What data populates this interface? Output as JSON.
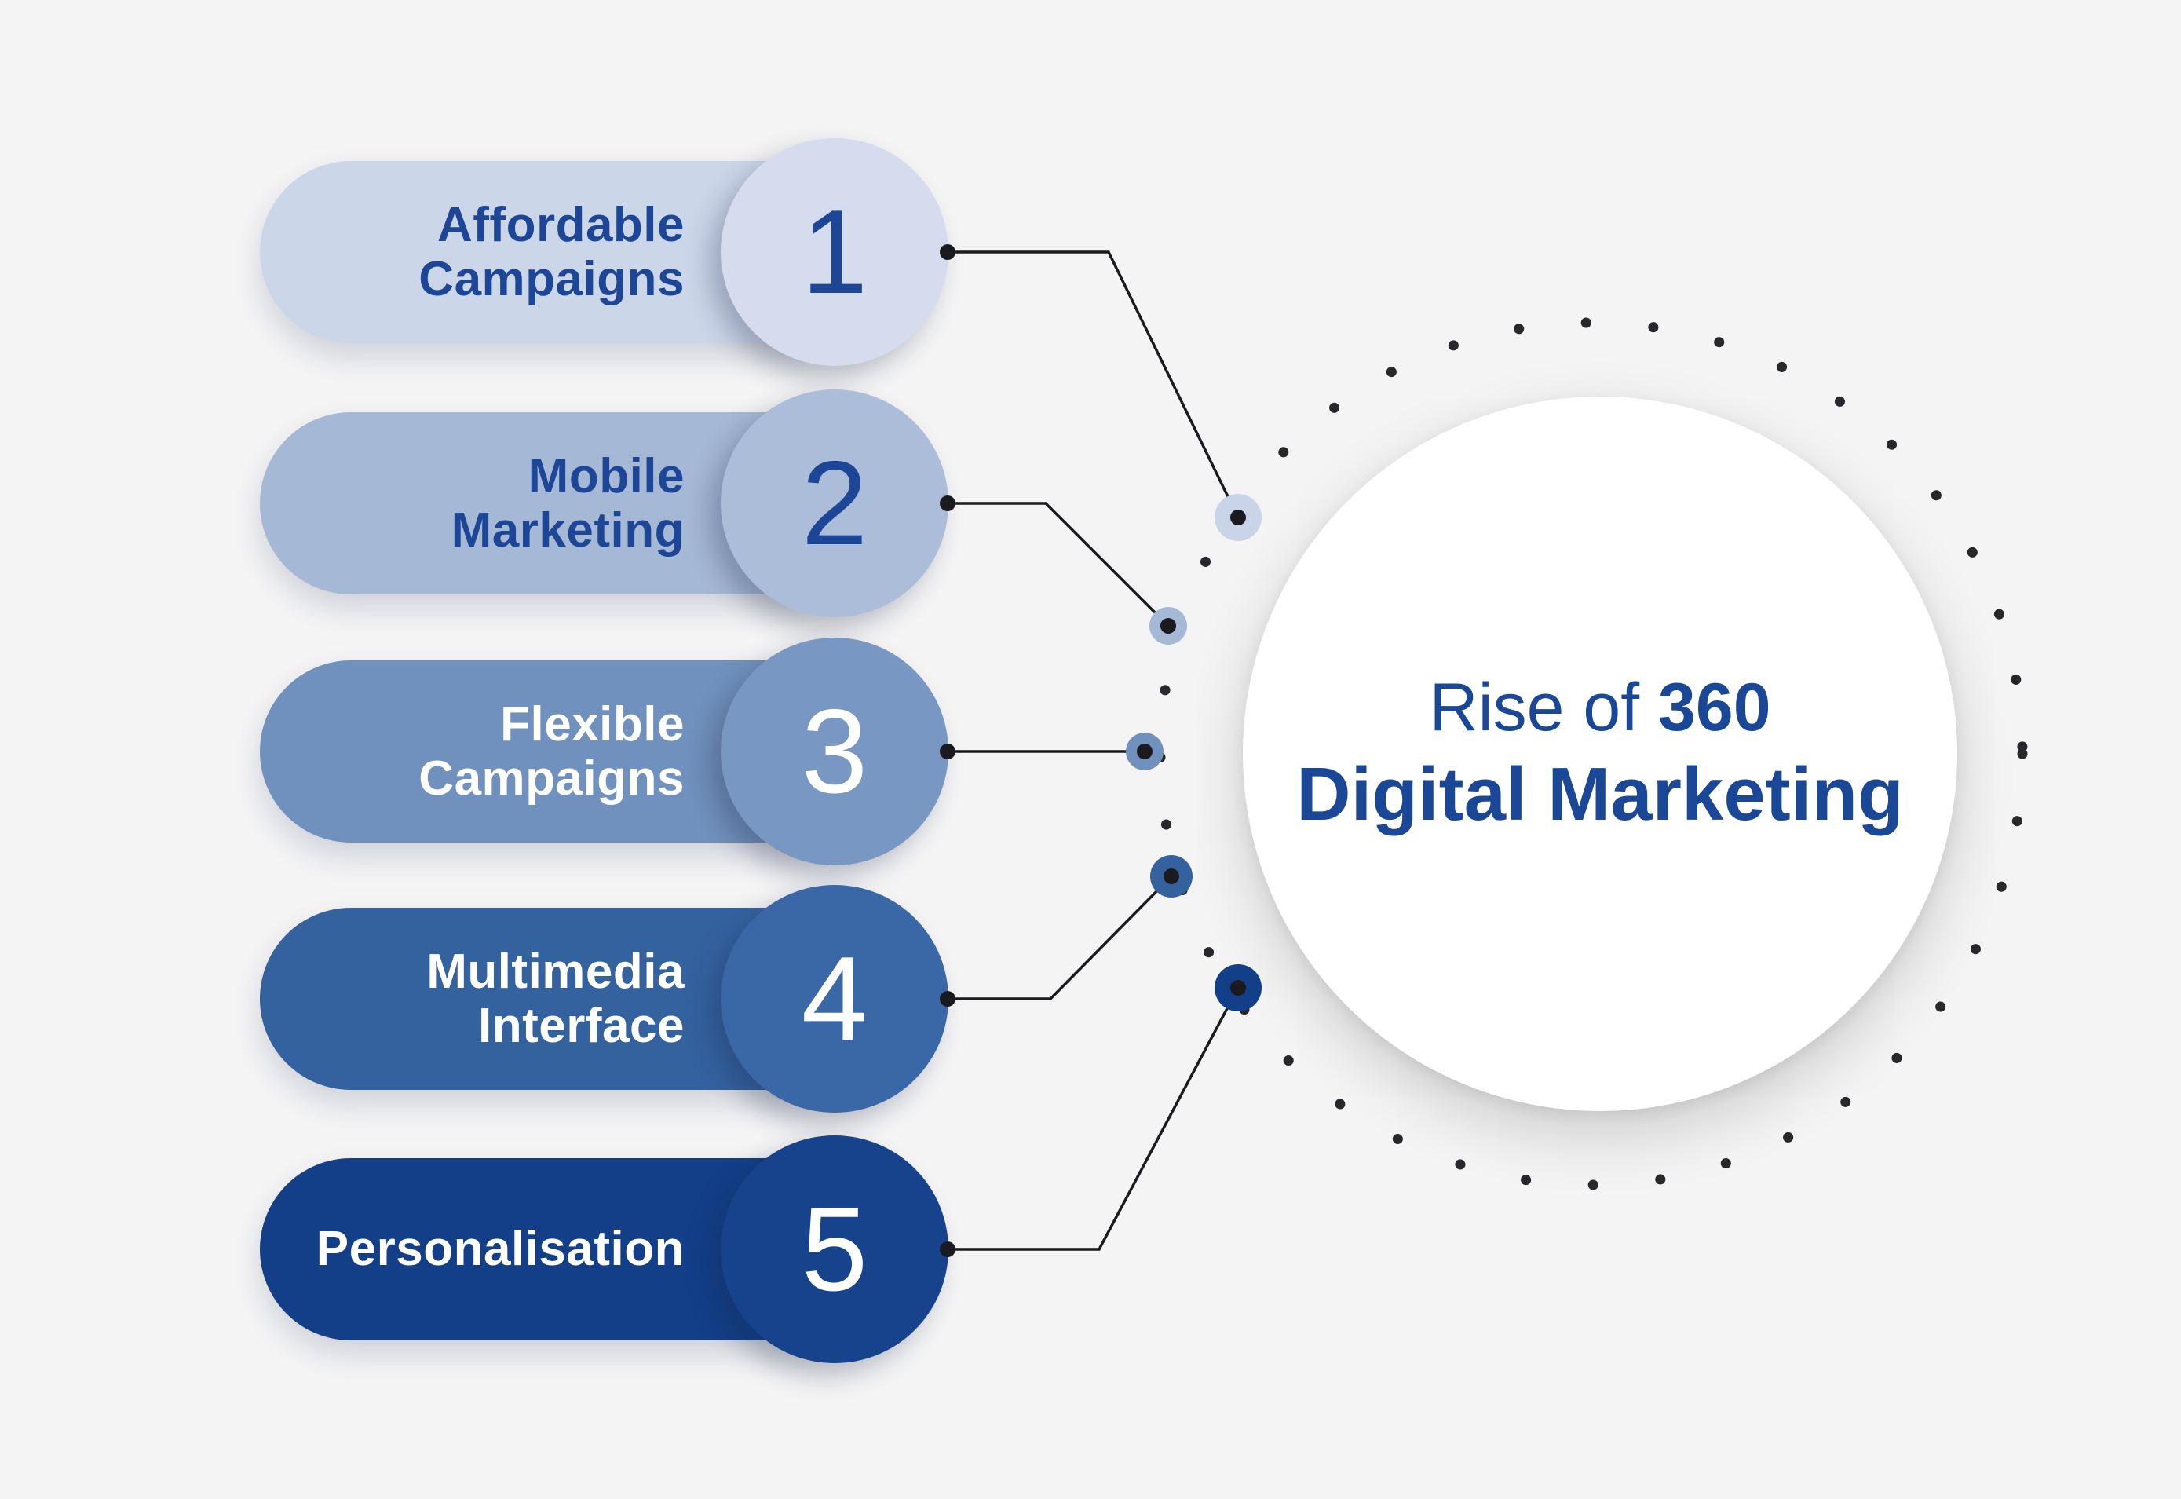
{
  "background_color": "#f4f4f5",
  "connector_color": "#1b1b1f",
  "ring_dot_color": "#27272c",
  "title": {
    "line1_regular": "Rise of ",
    "line1_bold": "360",
    "line2": "Digital Marketing",
    "color": "#1a4796"
  },
  "items": [
    {
      "number": "1",
      "label": "Affordable\nCampaigns",
      "pill_color": "#cbd6e9",
      "circle_color": "#d4dced",
      "label_color": "#1d4796",
      "number_color": "#1d4796",
      "connector_dot_color": "#c9d4e8"
    },
    {
      "number": "2",
      "label": "Mobile\nMarketing",
      "pill_color": "#a5b8d6",
      "circle_color": "#abbdd9",
      "label_color": "#1d4796",
      "number_color": "#1d4796",
      "connector_dot_color": "#a5b8d6"
    },
    {
      "number": "3",
      "label": "Flexible\nCampaigns",
      "pill_color": "#7091bd",
      "circle_color": "#7897c2",
      "label_color": "#ffffff",
      "number_color": "#ffffff",
      "connector_dot_color": "#7091bd"
    },
    {
      "number": "4",
      "label": "Multimedia\nInterface",
      "pill_color": "#34629f",
      "circle_color": "#3a68a6",
      "label_color": "#ffffff",
      "number_color": "#ffffff",
      "connector_dot_color": "#34629f"
    },
    {
      "number": "5",
      "label": "Personalisation",
      "pill_color": "#123f88",
      "circle_color": "#17438c",
      "label_color": "#ffffff",
      "number_color": "#ffffff",
      "connector_dot_color": "#123f88"
    }
  ]
}
